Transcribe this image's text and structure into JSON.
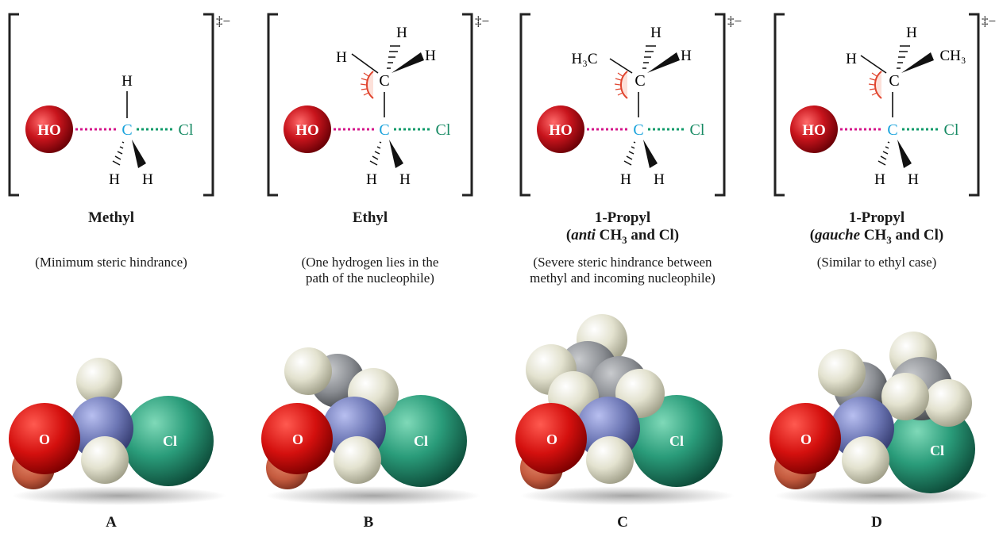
{
  "colors": {
    "hydroxide": "#c8141c",
    "central_carbon": "#1aa3dc",
    "chlorine": "#168a63",
    "nucleophile_bond": "#d4148a",
    "leaving_bond": "#0e9a6a",
    "steric": "#e0442e",
    "hydrogen_sphere": "#e7e6d6",
    "carbon_sphere": "#8a8d92",
    "nitrogen_like_center": "#6d77b5"
  },
  "charge_label": "‡−",
  "atoms": {
    "ho": "HO",
    "c": "C",
    "cl": "Cl",
    "h": "H",
    "h3c": "H₃C",
    "ch3": "CH₃"
  },
  "panels": [
    {
      "id": "methyl",
      "title_line1": "Methyl",
      "title_line2": "",
      "note_line1": "(Minimum steric hindrance)",
      "note_line2": "",
      "letter": "A"
    },
    {
      "id": "ethyl",
      "title_line1": "Ethyl",
      "title_line2": "",
      "note_line1": "(One hydrogen lies in the",
      "note_line2": "path of the nucleophile)",
      "letter": "B"
    },
    {
      "id": "propyl-anti",
      "title_line1": "1-Propyl",
      "title_line2_prefix": "(",
      "title_line2_italic": "anti",
      "title_line2_mid": " CH",
      "title_line2_sub": "3",
      "title_line2_suffix": " and Cl)",
      "note_line1": "(Severe steric hindrance between",
      "note_line2": "methyl and incoming nucleophile)",
      "letter": "C"
    },
    {
      "id": "propyl-gauche",
      "title_line1": "1-Propyl",
      "title_line2_prefix": "(",
      "title_line2_italic": "gauche",
      "title_line2_mid": " CH",
      "title_line2_sub": "3",
      "title_line2_suffix": " and Cl)",
      "note_line1": "(Similar to ethyl case)",
      "note_line2": "",
      "letter": "D"
    }
  ],
  "space_fill_labels": {
    "o": "O",
    "cl": "Cl"
  }
}
